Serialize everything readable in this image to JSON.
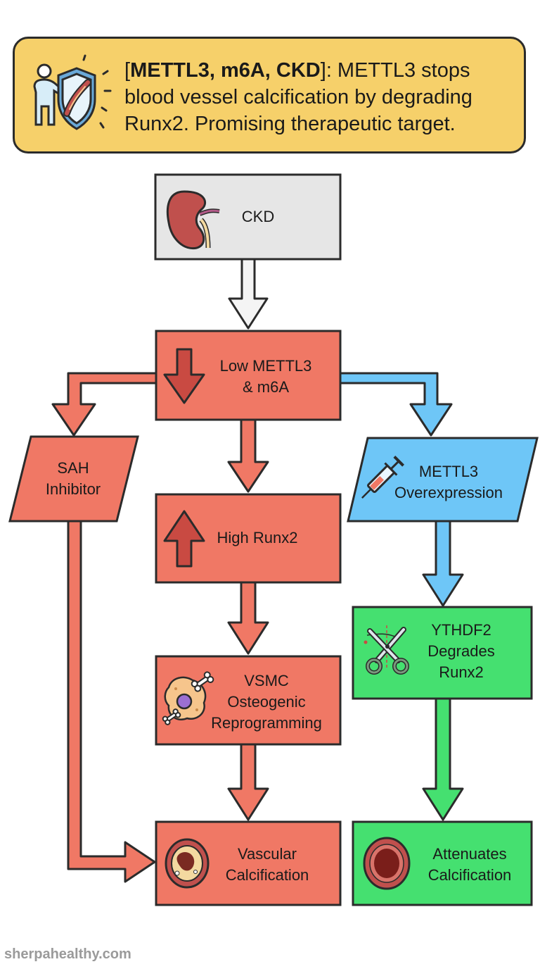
{
  "header": {
    "keywords": "METTL3, m6A, CKD",
    "open_bracket": "[",
    "close_bracket": "]",
    "summary": ": METTL3 stops blood vessel calcification by degrading Runx2. Promising therapeutic target."
  },
  "nodes": {
    "ckd": {
      "label": "CKD"
    },
    "low_mettl3": {
      "line1": "Low METTL3",
      "line2": "& m6A"
    },
    "sah": {
      "line1": "SAH",
      "line2": "Inhibitor"
    },
    "high_runx2": {
      "label": "High Runx2"
    },
    "overexpression": {
      "line1": "METTL3",
      "line2": "Overexpression"
    },
    "vsmc": {
      "line1": "VSMC",
      "line2": "Osteogenic",
      "line3": "Reprogramming"
    },
    "ythdf2": {
      "line1": "YTHDF2",
      "line2": "Degrades",
      "line3": "Runx2"
    },
    "vascular": {
      "line1": "Vascular",
      "line2": "Calcification"
    },
    "attenuates": {
      "line1": "Attenuates",
      "line2": "Calcification"
    }
  },
  "colors": {
    "red": "#f07865",
    "blue": "#6ec6f7",
    "green": "#45e070",
    "gray": "#e6e6e6",
    "yellow": "#f6d06a"
  },
  "icons": [
    "person-shield-icon",
    "kidney-icon",
    "down-arrow-icon",
    "up-arrow-icon",
    "syringe-icon",
    "scissors-icon",
    "cell-bone-icon",
    "calcified-vessel-icon",
    "healthy-vessel-icon"
  ],
  "footer": {
    "site": "sherpahealthy.com"
  }
}
